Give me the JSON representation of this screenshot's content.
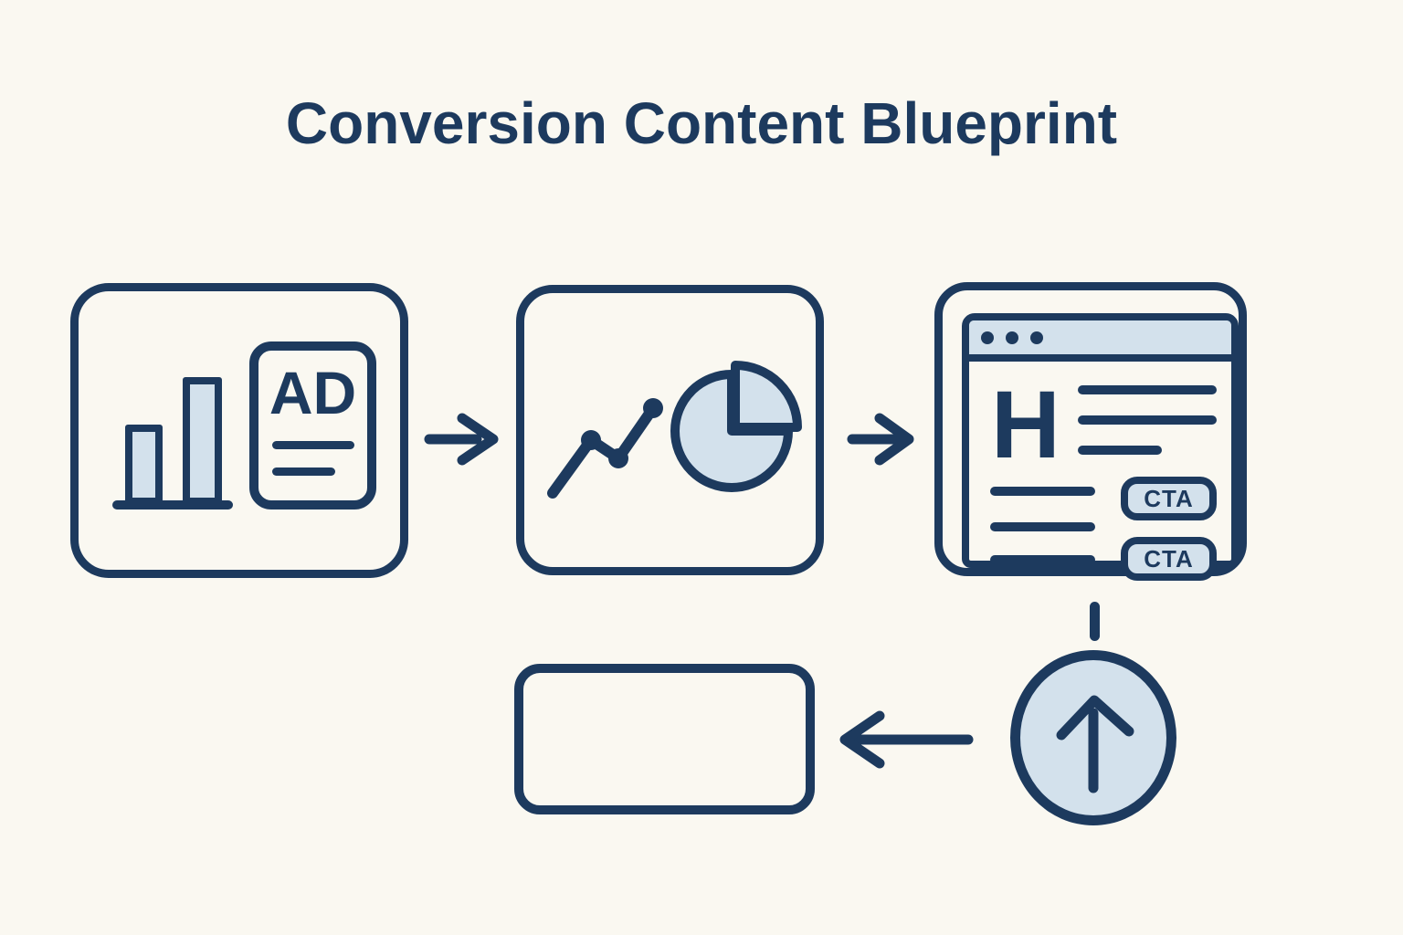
{
  "title": "Conversion Content Blueprint",
  "colors": {
    "navy": "#1d3a5e",
    "light_blue": "#d3e1ec",
    "background": "#faf8f1"
  },
  "flow": {
    "ad_creative": {
      "ad_label": "AD",
      "icons": [
        "bar-chart-icon",
        "ad-document-icon"
      ]
    },
    "analytics": {
      "icons": [
        "line-chart-icon",
        "pie-chart-icon"
      ]
    },
    "landing_page": {
      "heading_letter": "H",
      "cta_primary": "CTA",
      "cta_secondary": "CTA",
      "icons": [
        "browser-window-icon",
        "window-dots-icon"
      ]
    },
    "conversion": {
      "icons": [
        "up-arrow-circle-icon"
      ]
    },
    "result": {},
    "connectors": [
      "arrow-right-icon",
      "arrow-right-icon",
      "vertical-connector",
      "arrow-left-icon"
    ]
  }
}
